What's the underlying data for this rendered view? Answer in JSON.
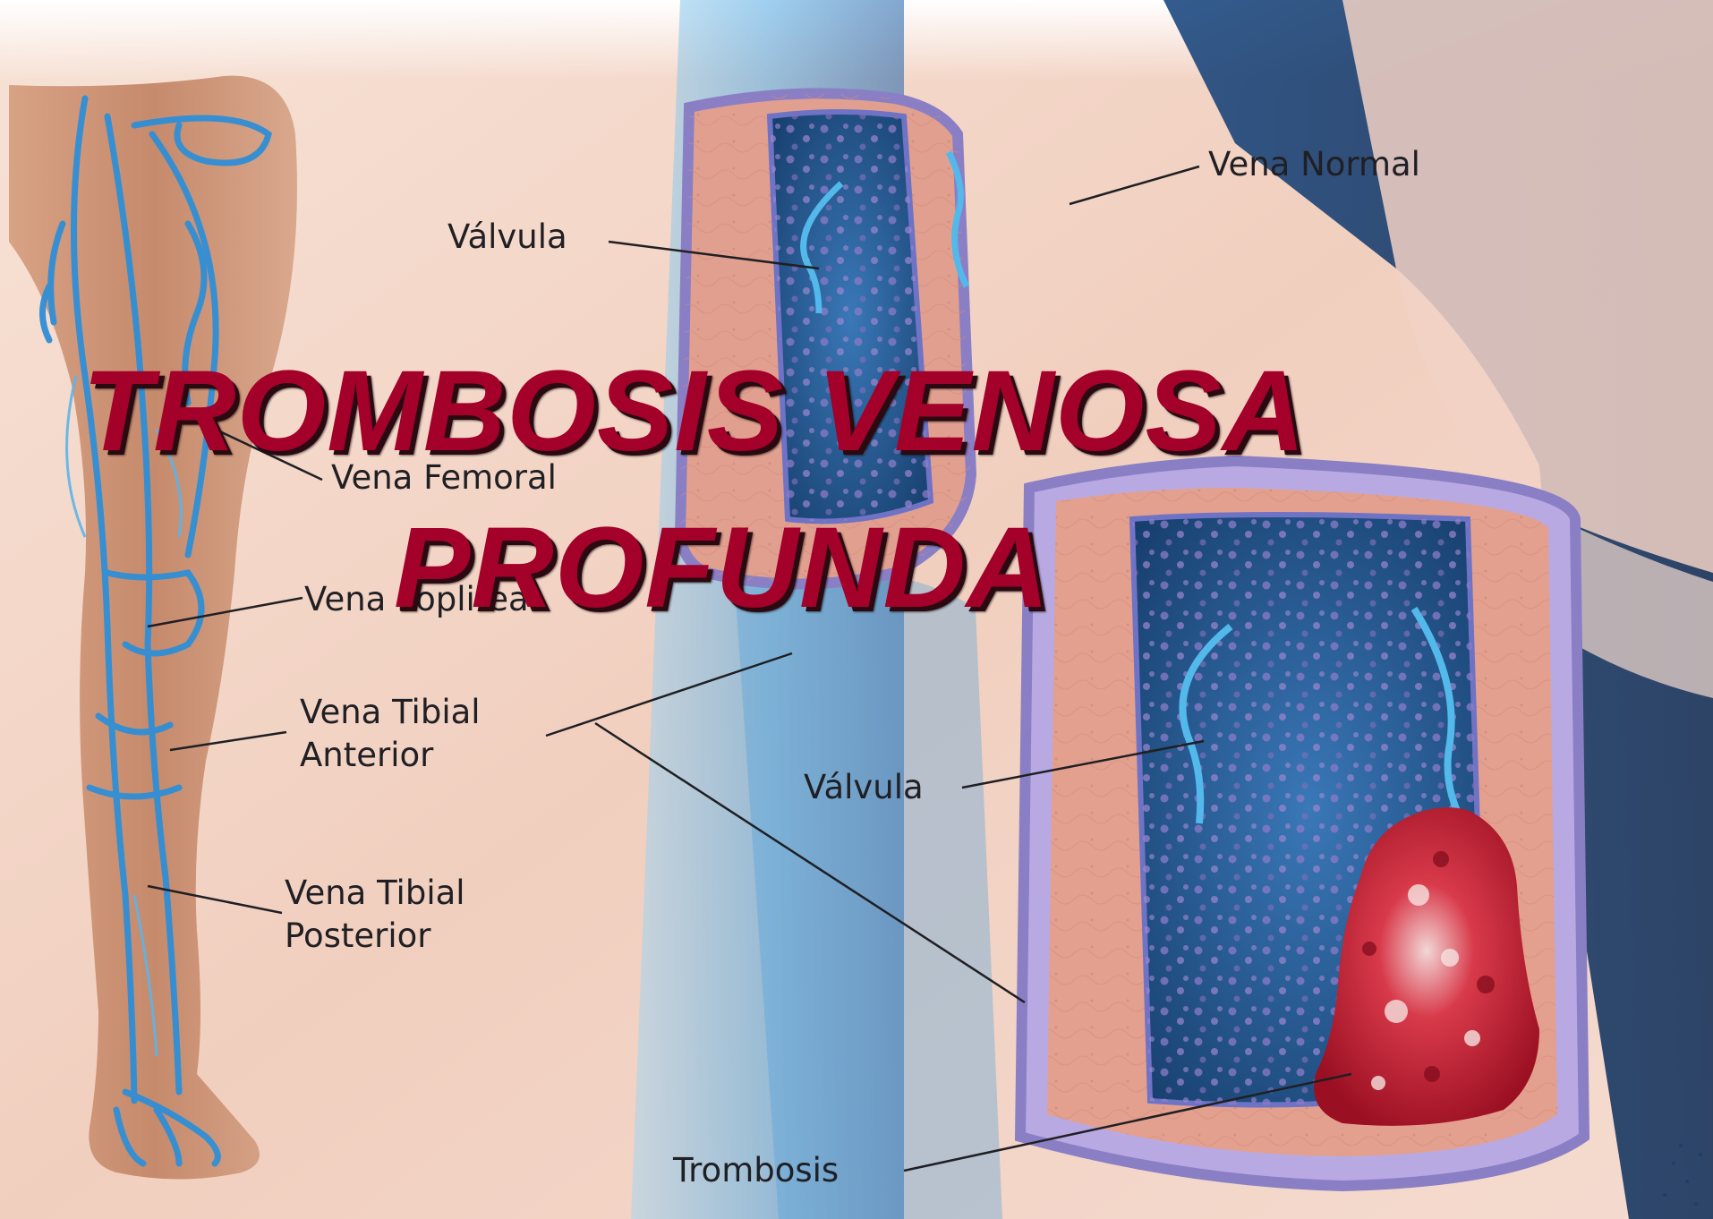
{
  "title": {
    "line1": "TROMBOSIS VENOSA",
    "line2": "PROFUNDA"
  },
  "labels": {
    "vena_normal": "Vena Normal",
    "valvula_top": "Válvula",
    "vena_femoral": "Vena Femoral",
    "vena_poplitea": "Vena Poplitea",
    "tibial_anterior_l1": "Vena Tibial",
    "tibial_anterior_l2": "Anterior",
    "valvula_bottom": "Válvula",
    "tibial_posterior_l1": "Vena Tibial",
    "tibial_posterior_l2": "Posterior",
    "trombosis": "Trombosis"
  },
  "colors": {
    "title_red": "#a3002a",
    "skin": "#c98f72",
    "vein_blue": "#2f8fd6",
    "vessel_wall": "#e3a08e",
    "vessel_outline": "#8a7fc4",
    "blood_blue": "#1f4f86",
    "clot_red": "#c2192d",
    "background": "#f3d6c8"
  }
}
